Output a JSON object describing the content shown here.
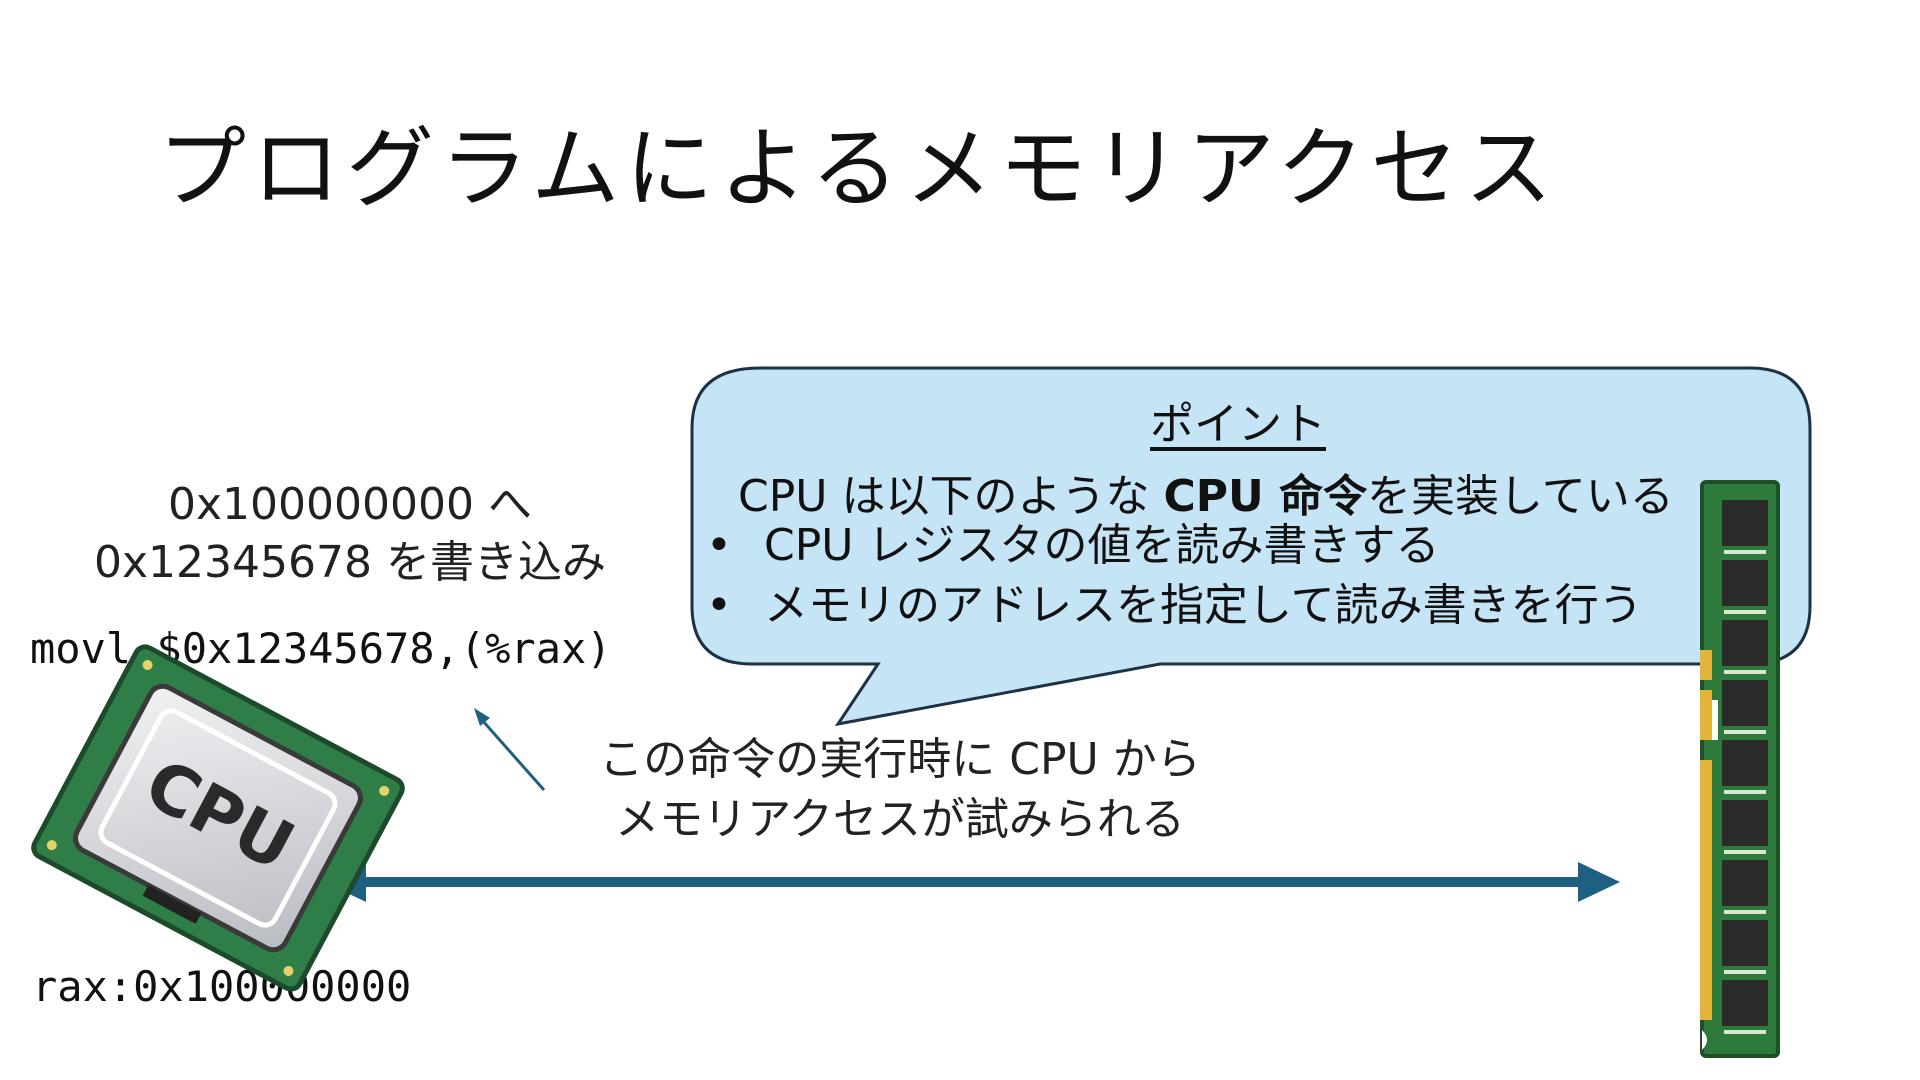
{
  "slide": {
    "title": "プログラムによるメモリアクセス"
  },
  "cpu": {
    "chip_label": "CPU",
    "write_desc_line1": "0x100000000 へ",
    "write_desc_line2": "0x12345678 を書き込み",
    "instruction": "movl $0x12345678,(%rax)",
    "register": "rax:0x100000000"
  },
  "note": {
    "line1": "この命令の実行時に CPU から",
    "line2": "メモリアクセスが試みられる"
  },
  "callout": {
    "heading": "ポイント",
    "lead_before": "CPU は以下のような ",
    "lead_bold": "CPU 命令",
    "lead_after": "を実装している",
    "bullet_symbol": "•",
    "items": [
      "CPU レジスタの値を読み書きする",
      "メモリのアドレスを指定して読み書きを行う"
    ]
  },
  "colors": {
    "arrow": "#1f5f80",
    "callout_fill": "#c5e4f5",
    "callout_stroke": "#1d3244",
    "cpu_board": "#2f7d47",
    "ram_board": "#2e7a3c",
    "ram_contacts": "#e3b43a"
  },
  "icons": {
    "cpu": "cpu-chip-icon",
    "memory": "memory-module-icon"
  }
}
